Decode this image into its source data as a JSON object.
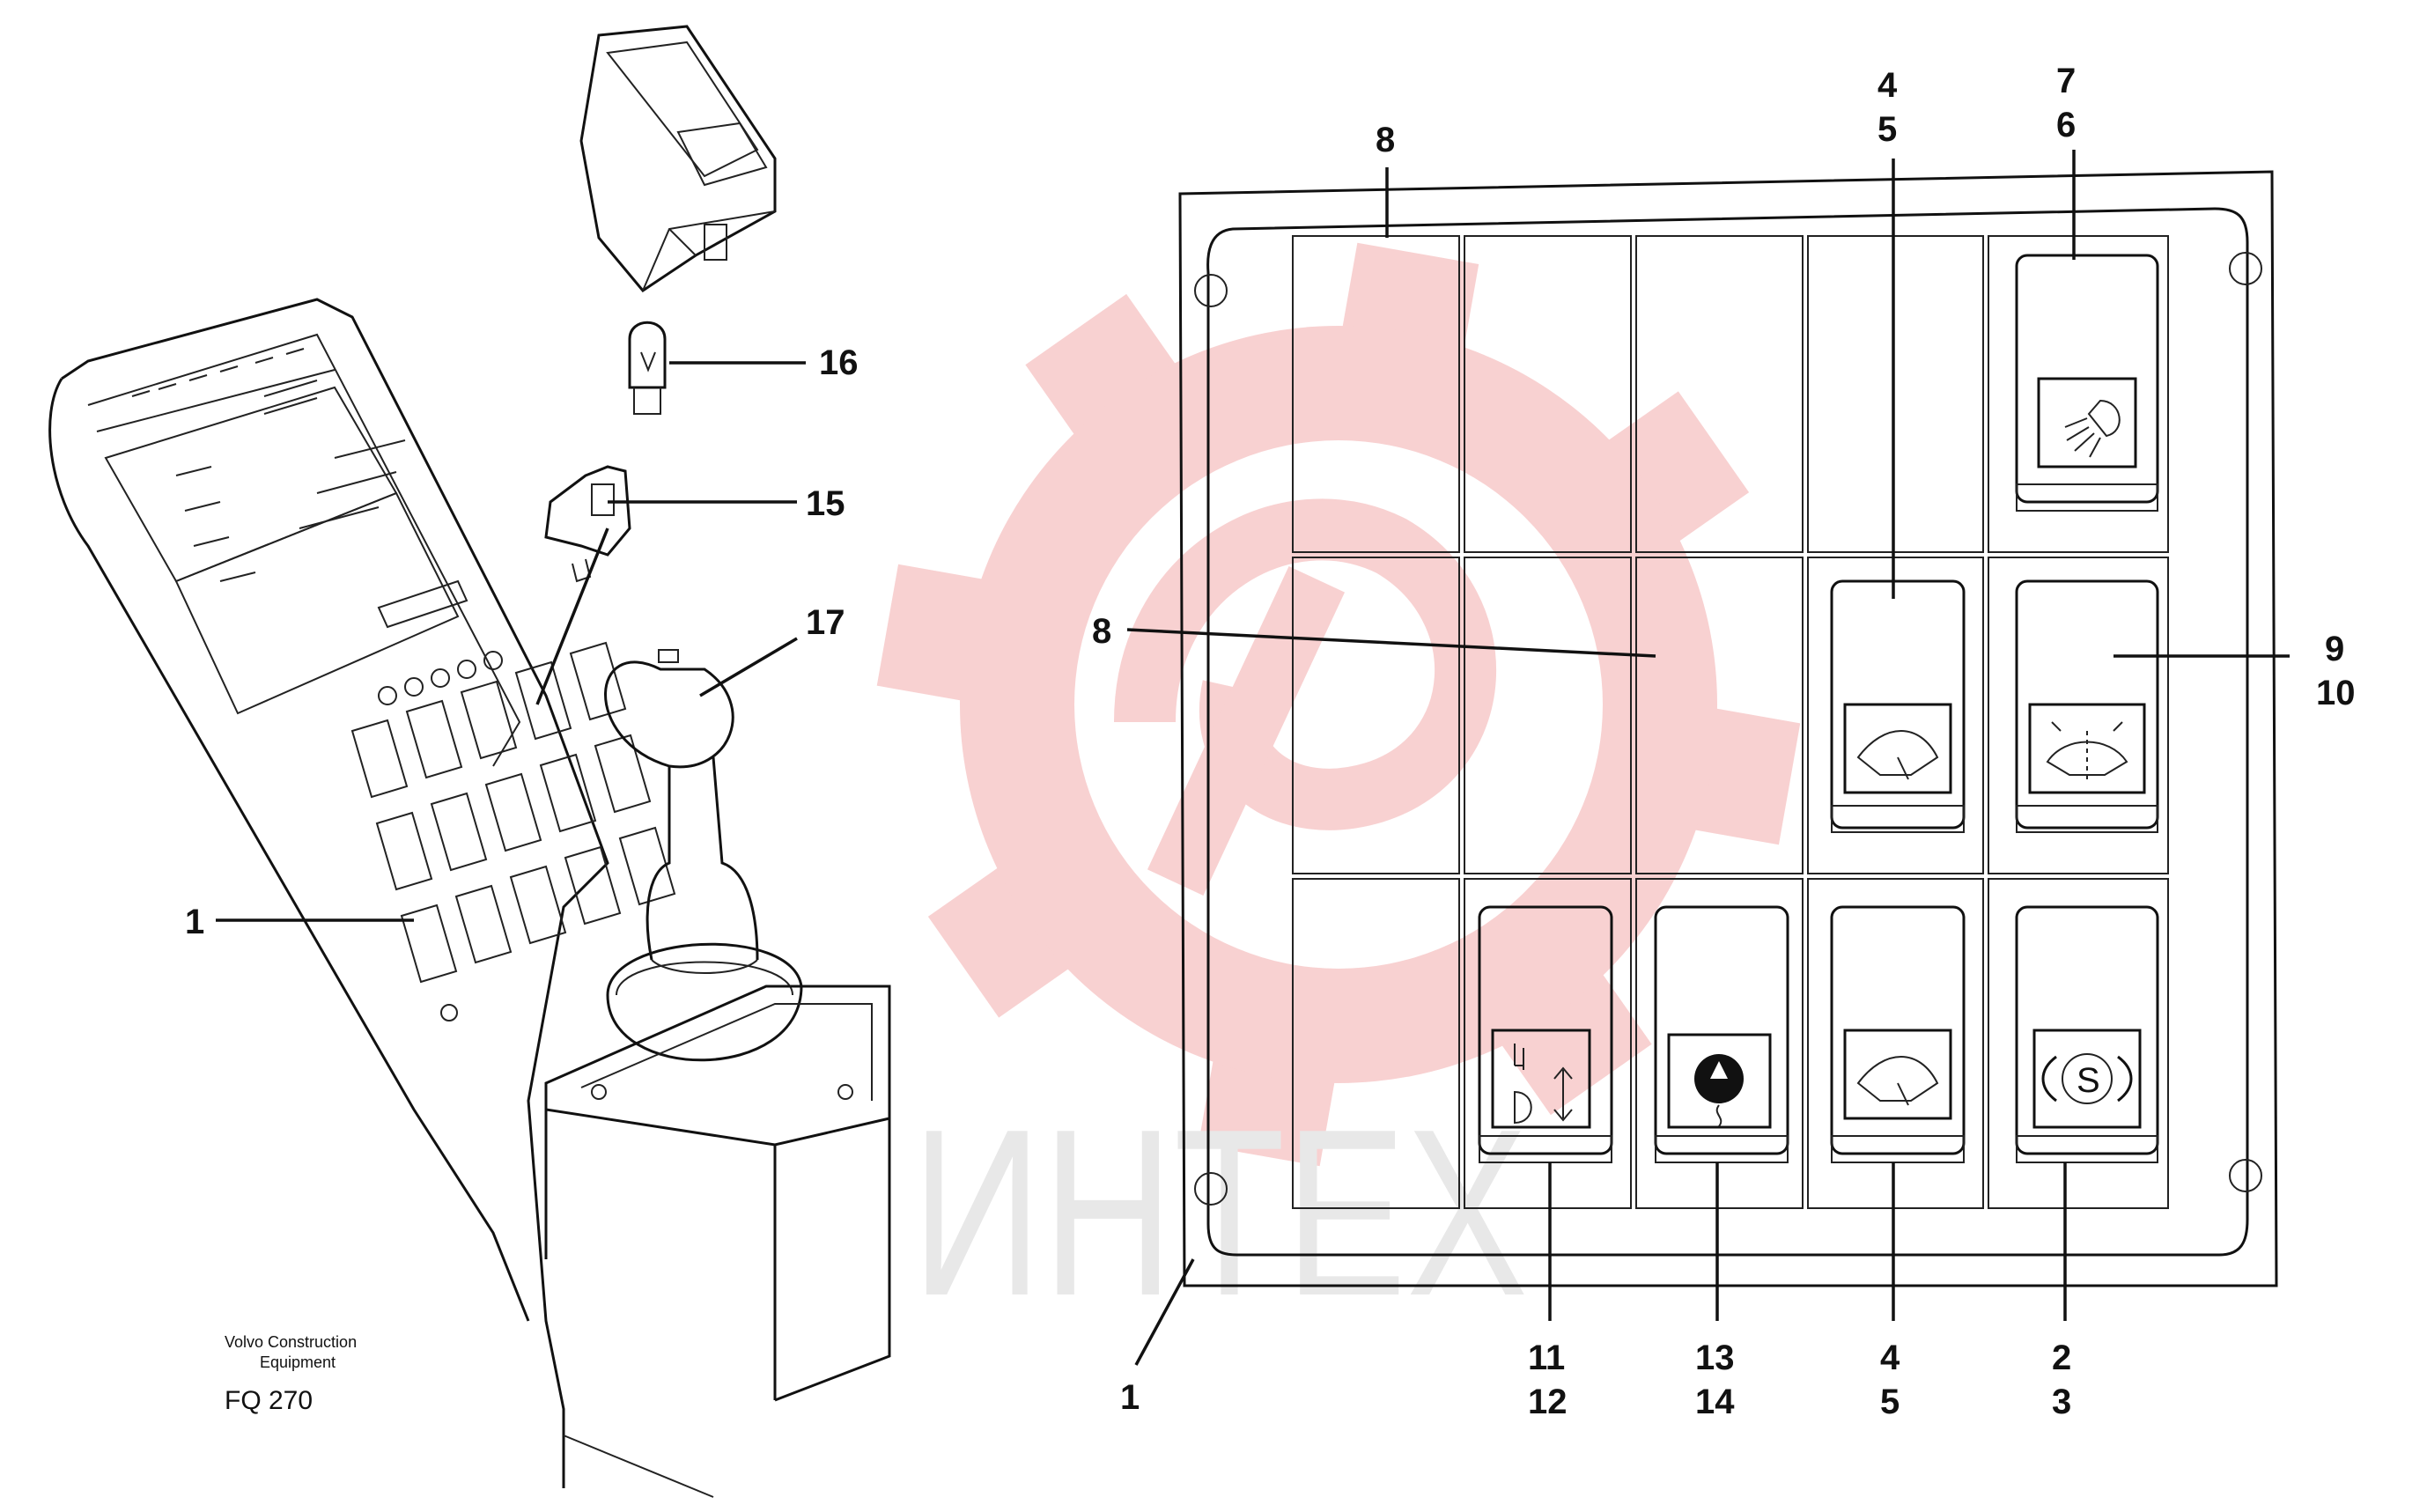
{
  "credit": {
    "line1": "Volvo Construction",
    "line2": "Equipment",
    "code": "FQ 270"
  },
  "watermark": {
    "text": "ИНТЕХ",
    "color": "#e8e8e8",
    "gear_color": "#f7c9c9"
  },
  "callouts": [
    {
      "id": "c1-left",
      "text": "1"
    },
    {
      "id": "c16",
      "text": "16"
    },
    {
      "id": "c15",
      "text": "15"
    },
    {
      "id": "c17",
      "text": "17"
    },
    {
      "id": "c8-top",
      "text": "8"
    },
    {
      "id": "c8-mid",
      "text": "8"
    },
    {
      "id": "c4-top",
      "text": "4"
    },
    {
      "id": "c5-top",
      "text": "5"
    },
    {
      "id": "c7",
      "text": "7"
    },
    {
      "id": "c6",
      "text": "6"
    },
    {
      "id": "c9",
      "text": "9"
    },
    {
      "id": "c10",
      "text": "10"
    },
    {
      "id": "c1-right",
      "text": "1"
    },
    {
      "id": "c11",
      "text": "11"
    },
    {
      "id": "c12",
      "text": "12"
    },
    {
      "id": "c13",
      "text": "13"
    },
    {
      "id": "c14",
      "text": "14"
    },
    {
      "id": "c4-bot",
      "text": "4"
    },
    {
      "id": "c5-bot",
      "text": "5"
    },
    {
      "id": "c2",
      "text": "2"
    },
    {
      "id": "c3",
      "text": "3"
    }
  ],
  "switch_icons": {
    "work-light": "work-light-icon",
    "wiper-front": "wiper-icon",
    "wiper-rear": "washer-wiper-icon",
    "wiper-interval": "wiper-icon",
    "brake": "parking-brake-icon",
    "door-tilt": "cab-tilt-icon",
    "beacon": "rotating-beacon-icon"
  },
  "colors": {
    "line": "#111111",
    "paper": "#ffffff"
  }
}
